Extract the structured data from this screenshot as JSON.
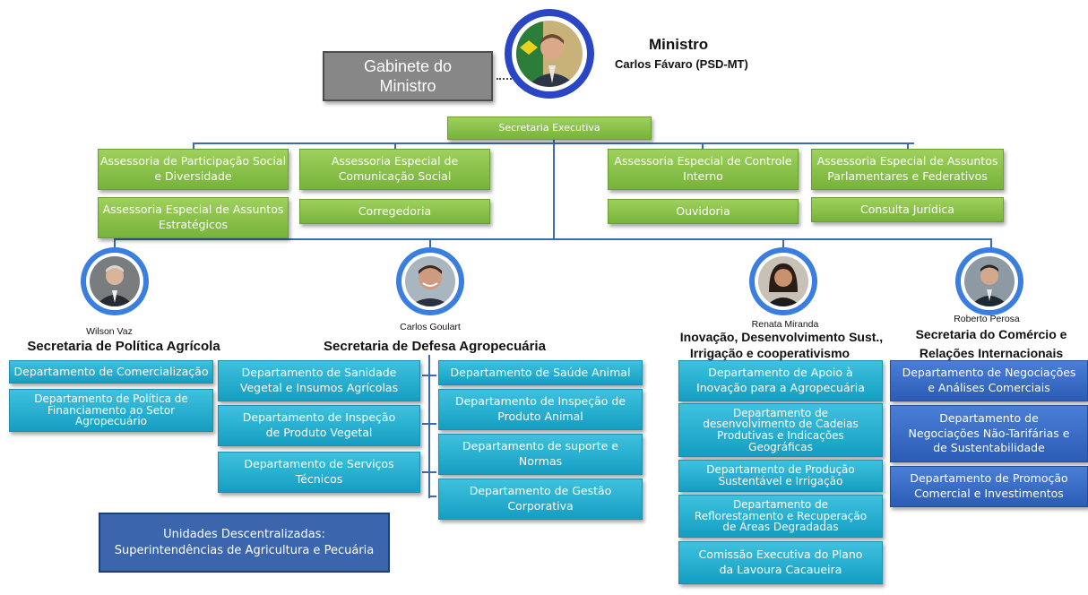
{
  "minister": {
    "title": "Ministro",
    "name": "Carlos Fávaro (PSD-MT)"
  },
  "gabinete": {
    "label": "Gabinete do Ministro"
  },
  "executive": {
    "label": "Secretaria Executiva"
  },
  "advisories": [
    "Assessoria de Participação Social e Diversidade",
    "Assessoria Especial de Assuntos Estratégicos",
    "Assessoria Especial de Comunicação Social",
    "Corregedoria",
    "Assessoria Especial de Controle Interno",
    "Ouvidoria",
    "Assessoria Especial de Assuntos Parlamentares e Federativos",
    "Consulta Jurídica"
  ],
  "secretariats": [
    {
      "person": "Wilson Vaz",
      "title": "Secretaria de Política Agrícola",
      "departments": [
        "Departamento de Comercialização",
        "Departamento de Política de Financiamento ao Setor Agropecuário"
      ]
    },
    {
      "person": "Carlos Goulart",
      "title": "Secretaria de Defesa Agropecuária",
      "departments_left": [
        "Departamento de Sanidade Vegetal e Insumos Agrícolas",
        "Departamento de Inspeção de Produto Vegetal",
        "Departamento de Serviços Técnicos"
      ],
      "departments_right": [
        "Departamento de Saúde Animal",
        "Departamento de Inspeção de Produto Animal",
        "Departamento de suporte e Normas",
        "Departamento de Gestão Corporativa"
      ]
    },
    {
      "person": "Renata Miranda",
      "title_line1": "Inovação, Desenvolvimento Sust.,",
      "title_line2": "Irrigação e cooperativismo",
      "departments": [
        "Departamento de Apoio à Inovação para a Agropecuária",
        "Departamento de desenvolvimento de Cadeias Produtivas e Indicações Geográficas",
        "Departamento de Produção Sustentável e Irrigação",
        "Departamento de Reflorestamento e Recuperação de Áreas Degradadas",
        "Comissão Executiva do Plano da Lavoura Cacaueira"
      ]
    },
    {
      "person": "Roberto Perosa",
      "title_line1": "Secretaria do Comércio e",
      "title_line2": "Relações Internacionais",
      "departments": [
        "Departamento de Negociações e Análises Comerciais",
        "Departamento de Negociações Não-Tarifárias e de Sustentabilidade",
        "Departamento de Promoção Comercial e Investimentos"
      ]
    }
  ],
  "decentralized": {
    "label": "Unidades Descentralizadas: Superintendências de Agricultura e Pecuária"
  },
  "colors": {
    "advisory_green": "#8dc34f",
    "department_cyan": "#22aacb",
    "commerce_blue": "#3b6cc7",
    "connector_blue": "#3d6bb3",
    "gabinete_gray": "#878787"
  }
}
